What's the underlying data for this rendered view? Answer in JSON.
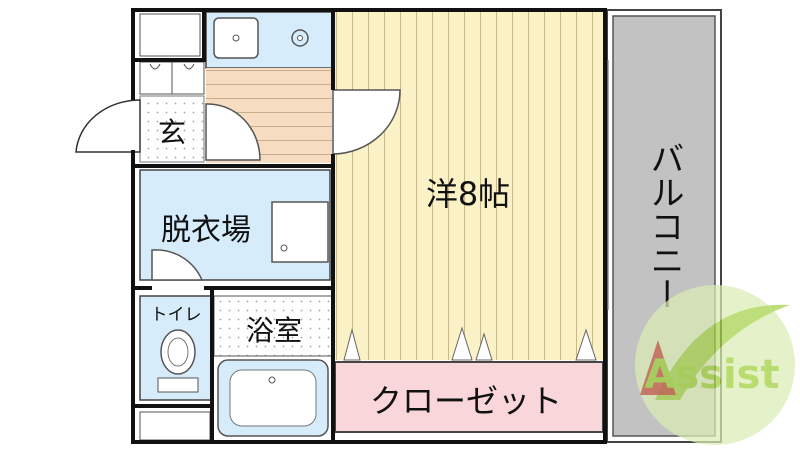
{
  "rooms": {
    "genkan": "玄",
    "washroom": "脱衣場",
    "toilet": "トイレ",
    "bath": "浴室",
    "western_room": "洋8帖",
    "closet": "クローゼット",
    "balcony": "バルコニー"
  },
  "watermark": {
    "text": "Assist"
  },
  "colors": {
    "wall": "#111111",
    "kitchen_floor": "#f6dcc0",
    "western_floor": "#fbf1c6",
    "wet_area": "#d6ecfb",
    "closet": "#f8d6d9",
    "balcony": "#c2c2c2",
    "watermark_green": "#a6d24a"
  }
}
